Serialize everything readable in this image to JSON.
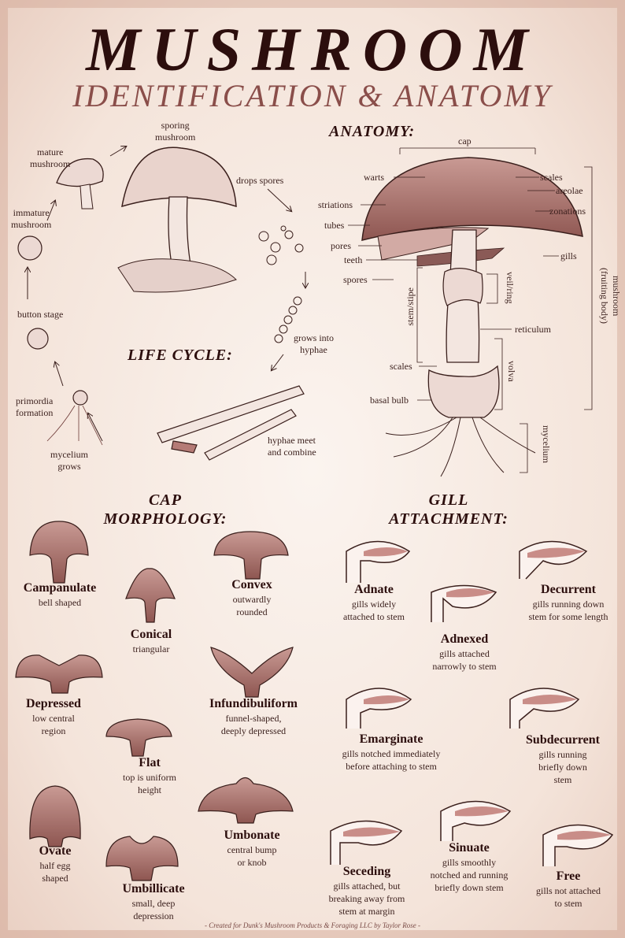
{
  "header": {
    "title": "MUSHROOM",
    "subtitle": "IDENTIFICATION & ANATOMY"
  },
  "life_cycle": {
    "heading": "LIFE CYCLE:",
    "labels": {
      "sporing": "sporing\nmushroom",
      "drops": "drops spores",
      "mature": "mature\nmushroom",
      "immature": "immature\nmushroom",
      "button": "button stage",
      "grows_into": "grows into\nhyphae",
      "primordia": "primordia\nformation",
      "mycelium": "mycelium\ngrows",
      "hyphae_meet": "hyphae meet\nand combine"
    }
  },
  "anatomy": {
    "heading": "ANATOMY:",
    "labels": {
      "cap": "cap",
      "warts": "warts",
      "scales_top": "scales",
      "areolae": "areolae",
      "striations": "striations",
      "zonations": "zonations",
      "tubes": "tubes",
      "pores": "pores",
      "gills": "gills",
      "teeth": "teeth",
      "spores": "spores",
      "veil": "veil/ring",
      "stem": "stem/stipe",
      "reticulum": "reticulum",
      "mushroom_body": "mushroom\n(fruiting body)",
      "scales_low": "scales",
      "volva": "volva",
      "basal": "basal bulb",
      "mycelium": "mycelium"
    }
  },
  "cap_morphology": {
    "heading": "CAP\nMORPHOLOGY:",
    "items": [
      {
        "name": "Campanulate",
        "desc": "bell shaped"
      },
      {
        "name": "Conical",
        "desc": "triangular"
      },
      {
        "name": "Convex",
        "desc": "outwardly\nrounded"
      },
      {
        "name": "Depressed",
        "desc": "low central\nregion"
      },
      {
        "name": "Infundibuliform",
        "desc": "funnel-shaped,\ndeeply depressed"
      },
      {
        "name": "Flat",
        "desc": "top is uniform\nheight"
      },
      {
        "name": "Ovate",
        "desc": "half egg\nshaped"
      },
      {
        "name": "Umbonate",
        "desc": "central bump\nor knob"
      },
      {
        "name": "Umbillicate",
        "desc": "small, deep\ndepression"
      }
    ]
  },
  "gill_attachment": {
    "heading": "GILL\nATTACHMENT:",
    "items": [
      {
        "name": "Adnate",
        "desc": "gills widely\nattached to stem"
      },
      {
        "name": "Decurrent",
        "desc": "gills running down\nstem for some length"
      },
      {
        "name": "Adnexed",
        "desc": "gills attached\nnarrowly to stem"
      },
      {
        "name": "Emarginate",
        "desc": "gills notched immediately\nbefore attaching to stem"
      },
      {
        "name": "Subdecurrent",
        "desc": "gills running\nbriefly down\nstem"
      },
      {
        "name": "Seceding",
        "desc": "gills attached, but\nbreaking away from\nstem at margin"
      },
      {
        "name": "Sinuate",
        "desc": "gills smoothly\nnotched and running\nbriefly down stem"
      },
      {
        "name": "Free",
        "desc": "gills not attached\nto stem"
      }
    ]
  },
  "footer": "- Created for Dunk's Mushroom Products & Foraging LLC by Taylor Rose -",
  "colors": {
    "cap_fill": "#a9716c",
    "cap_dark": "#6e3b38",
    "ink": "#3a1f1c",
    "accent": "#8a4e4a"
  }
}
